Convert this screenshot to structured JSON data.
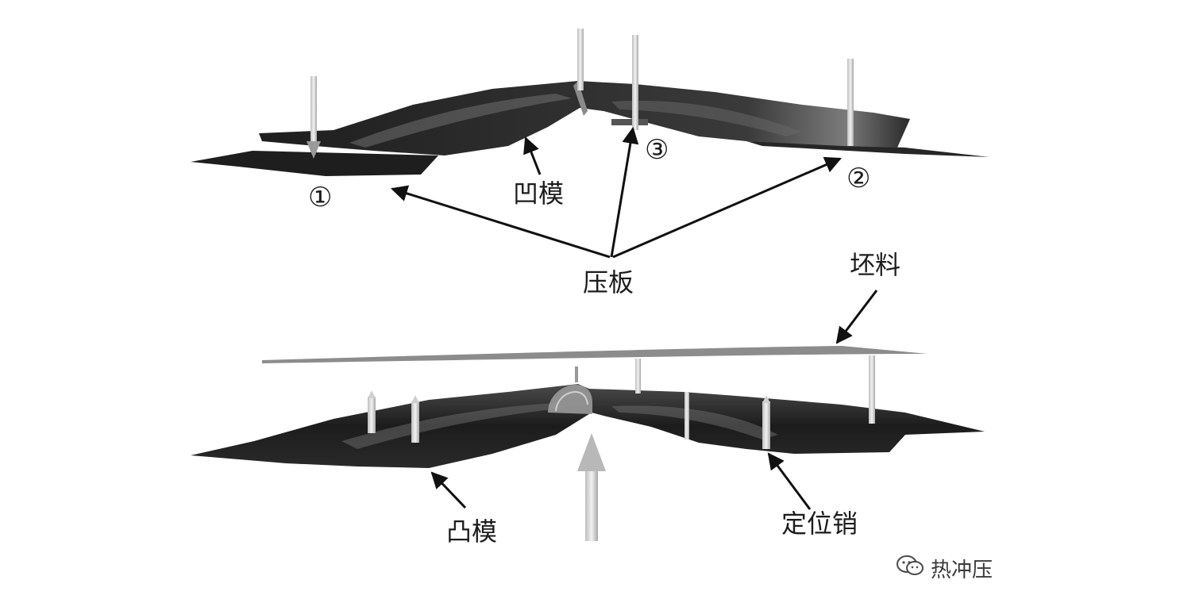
{
  "labels": {
    "female_die": "凹模",
    "blank_holder": "压板",
    "blank": "坯料",
    "male_die": "凸模",
    "locating_pin": "定位销",
    "marker_1": "①",
    "marker_2": "②",
    "marker_3": "③"
  },
  "watermark": {
    "icon": "wechat-icon",
    "text": "热冲压"
  },
  "colors": {
    "die": "#1e1e1e",
    "die_highlight": "#6a6a6a",
    "blank": "#8a8a8a",
    "pin": "#d4d4d4",
    "arrow": "#111111"
  }
}
